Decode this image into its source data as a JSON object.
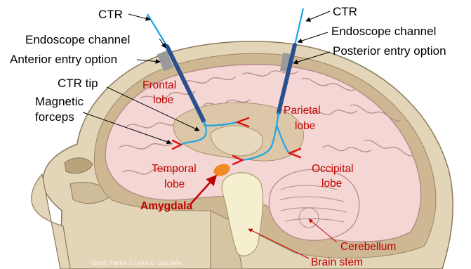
{
  "labels": {
    "ctr_left": "CTR",
    "ctr_right": "CTR",
    "endoscope_left": "Endoscope channel",
    "endoscope_right": "Endoscope channel",
    "anterior_entry": "Anterior entry option",
    "posterior_entry": "Posterior entry option",
    "ctr_tip": "CTR tip",
    "magnetic_line1": "Magnetic",
    "magnetic_line2": "forceps",
    "frontal_line1": "Frontal",
    "frontal_line2": "lobe",
    "parietal_line1": "Parietal",
    "parietal_line2": "lobe",
    "temporal_line1": "Temporal",
    "temporal_line2": "lobe",
    "occipital_line1": "Occipital",
    "occipital_line2": "lobe",
    "amygdala": "Amygdala",
    "cerebellum": "Cerebellum",
    "brain_stem": "Brain stem",
    "credit": "Credit: Patrick J. Lynch,C. Carl Jaffe"
  },
  "colors": {
    "skull": "#e3d5b8",
    "skull_outline": "#8a7a5c",
    "dura": "#cdb893",
    "brain": "#f4d7d5",
    "brain_fold": "#b88a86",
    "deep_structure": "#dcc7a8",
    "brain_stem": "#f3efcf",
    "amygdala": "#f08a24",
    "ctr": "#1aa7e6",
    "endoscope": "#2a4f8f",
    "entry_block": "#9a9a9a",
    "forceps": "#e01010",
    "label_red": "#c00000"
  }
}
